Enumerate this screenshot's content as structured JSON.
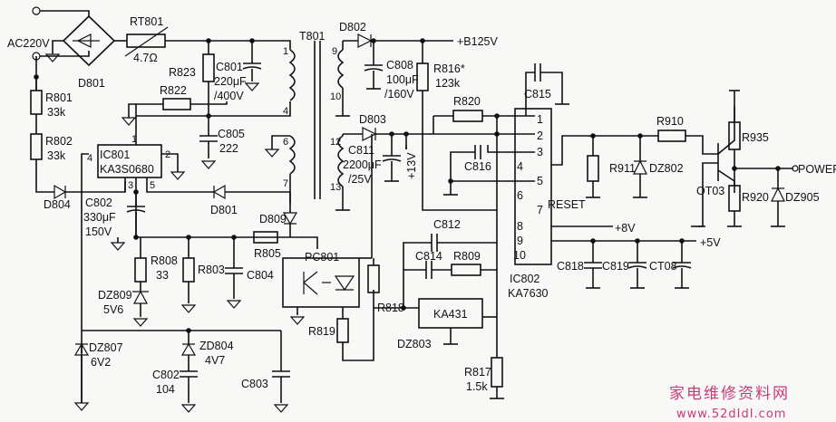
{
  "labels": {
    "ac": "AC220V",
    "rt801": "RT801",
    "rt801_val": "4.7Ω",
    "d801_bridge": "D801",
    "r801": "R801",
    "r801_val": "33k",
    "r802": "R802",
    "r802_val": "33k",
    "ic801": "IC801",
    "ic801_part": "KA3S0680",
    "r823": "R823",
    "r822": "R822",
    "c801": "C801",
    "c801_val": "220μF",
    "c801_v": "/400V",
    "c805": "C805",
    "c805_val": "222",
    "t801": "T801",
    "d802": "D802",
    "b125": "+B125V",
    "c808": "C808",
    "c808_val": "100μF",
    "c808_v": "/160V",
    "r816": "R816*",
    "r816_val": "123k",
    "c815": "C815",
    "r820": "R820",
    "d803": "D803",
    "c811": "C811",
    "c811_val": "2200μF",
    "c811_v": "/25V",
    "plus13": "+13V",
    "c816": "C816",
    "c802a": "C802",
    "c802a_val": "330μF",
    "c802a_v": "150V",
    "d804": "D804",
    "d801b": "D801",
    "d809": "D809",
    "r805": "R805",
    "r808": "R808",
    "r808_val": "33",
    "r803": "R803",
    "c804": "C804",
    "dz809": "DZ809",
    "dz809_val": "5V6",
    "pc801": "PC801",
    "r819": "R819",
    "r818": "R818",
    "c812": "C812",
    "c814": "C814",
    "r809": "R809",
    "ka431": "KA431",
    "dz803": "DZ803",
    "r817": "R817",
    "r817_val": "1.5k",
    "dz807": "DZ807",
    "dz807_val": "6V2",
    "zd804": "ZD804",
    "zd804_val": "4V7",
    "c802b": "C802",
    "c802b_val": "104",
    "c803": "C803",
    "r910": "R910",
    "r911": "R911",
    "dz802": "DZ802",
    "r935": "R935",
    "power": "POWER",
    "ot03": "OT03",
    "r920": "R920",
    "dz905": "DZ905",
    "reset": "RESET",
    "plus8": "+8V",
    "plus5": "+5V",
    "c818": "C818",
    "c819": "C819",
    "ct08": "CT08",
    "ic802": "IC802",
    "ic802_part": "KA7630",
    "pin1": "1",
    "pin2": "2",
    "pin3": "3",
    "pin4": "4",
    "pin5": "5",
    "pin6": "6",
    "pin7": "7",
    "pin8": "8",
    "pin9": "9",
    "pin10": "10",
    "icp1": "1",
    "icp2": "2",
    "icp3": "3",
    "icp4": "4",
    "icp5": "5",
    "t1": "1",
    "t4": "4",
    "t6": "6",
    "t7": "7",
    "t9": "9",
    "t10": "10",
    "t12": "12",
    "t13": "13"
  },
  "watermark": {
    "cn": "家电维修资料网",
    "url": "www.52dIdI.com"
  }
}
